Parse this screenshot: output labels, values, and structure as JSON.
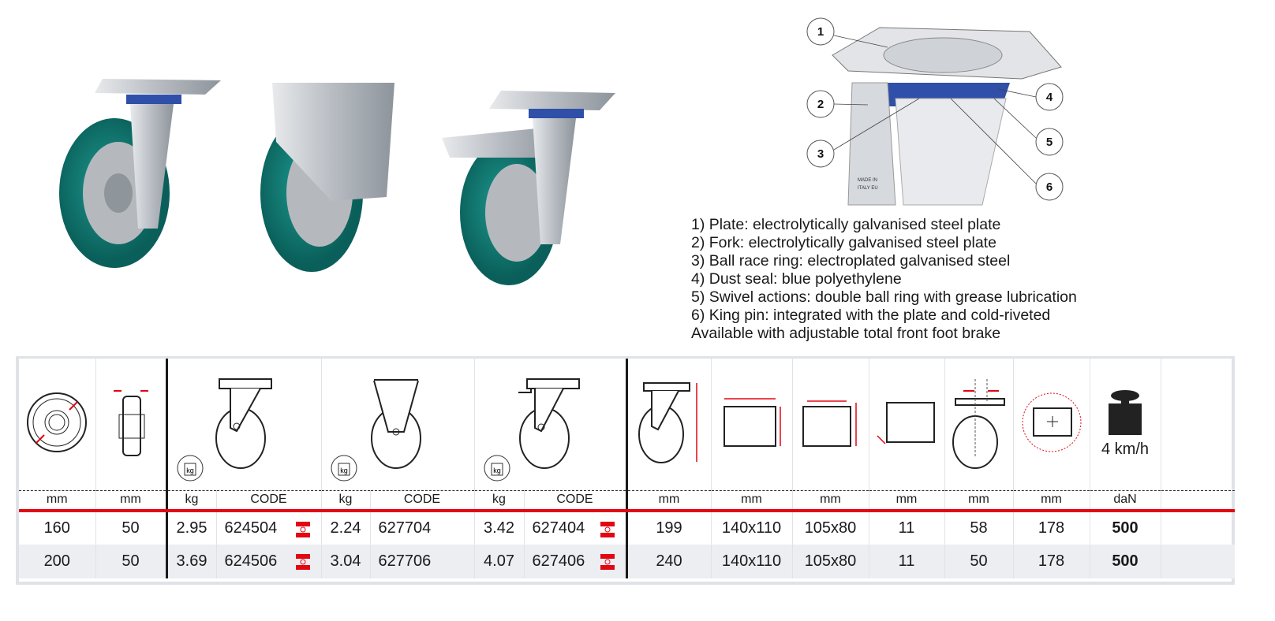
{
  "diagram": {
    "callouts": [
      "1",
      "2",
      "3",
      "4",
      "5",
      "6"
    ],
    "fork_marking": [
      "MADE IN",
      "ITALY EU"
    ]
  },
  "specs": [
    "1)  Plate: electrolytically galvanised steel plate",
    "2)  Fork: electrolytically galvanised steel plate",
    "3)  Ball race ring: electroplated galvanised steel",
    "4)  Dust seal: blue polyethylene",
    "5)  Swivel actions: double ball ring with grease lubrication",
    "6)  King pin: integrated with the plate and cold-riveted",
    "Available with adjustable total front foot brake"
  ],
  "table": {
    "speed": "4 km/h",
    "units": [
      "mm",
      "mm",
      "kg",
      "CODE",
      "kg",
      "CODE",
      "kg",
      "CODE",
      "mm",
      "mm",
      "mm",
      "mm",
      "mm",
      "mm",
      "daN"
    ],
    "rows": [
      {
        "d": "160",
        "w": "50",
        "kg1": "2.95",
        "c1": "624504",
        "kg2": "2.24",
        "c2": "627704",
        "kg3": "3.42",
        "c3": "627404",
        "h": "199",
        "plate": "140x110",
        "holes": "105x80",
        "hole_d": "11",
        "offset": "58",
        "radius": "178",
        "load": "500"
      },
      {
        "d": "200",
        "w": "50",
        "kg1": "3.69",
        "c1": "624506",
        "kg2": "3.04",
        "c2": "627706",
        "kg3": "4.07",
        "c3": "627406",
        "h": "240",
        "plate": "140x110",
        "holes": "105x80",
        "hole_d": "11",
        "offset": "50",
        "radius": "178",
        "load": "500"
      }
    ]
  },
  "colors": {
    "accent": "#e30613",
    "wheel": "#0f7f78",
    "seal": "#2f4fa8"
  }
}
